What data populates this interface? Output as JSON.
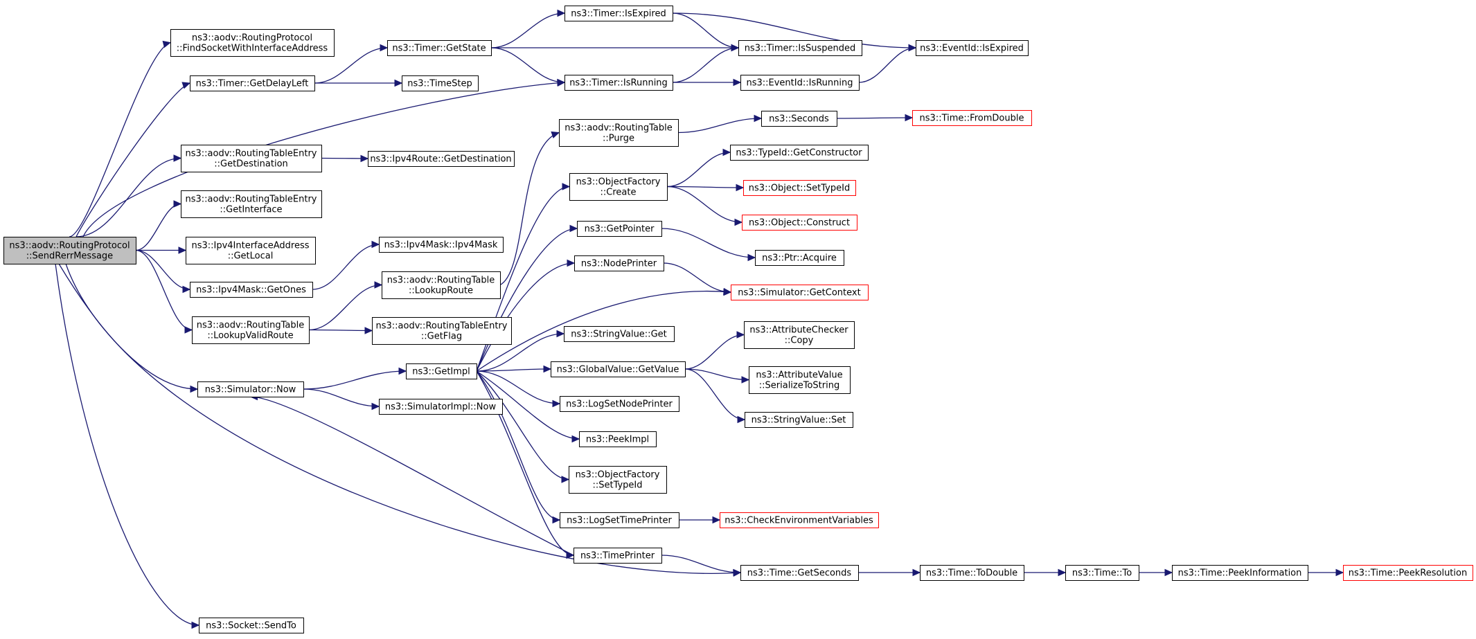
{
  "diagram": {
    "type": "call-graph",
    "colors": {
      "edge": "#191970",
      "node_border": "#000000",
      "root_fill": "#bfbfbf",
      "truncated_border": "#ff0000"
    },
    "nodes": [
      {
        "id": "root",
        "lines": [
          "ns3::aodv::RoutingProtocol",
          "::SendRerrMessage"
        ],
        "style": "root"
      },
      {
        "id": "findsock",
        "lines": [
          "ns3::aodv::RoutingProtocol",
          "::FindSocketWithInterfaceAddress"
        ],
        "style": "normal"
      },
      {
        "id": "getdelayleft",
        "lines": [
          "ns3::Timer::GetDelayLeft"
        ],
        "style": "normal"
      },
      {
        "id": "rte_getdest",
        "lines": [
          "ns3::aodv::RoutingTableEntry",
          "::GetDestination"
        ],
        "style": "normal"
      },
      {
        "id": "rte_getif",
        "lines": [
          "ns3::aodv::RoutingTableEntry",
          "::GetInterface"
        ],
        "style": "normal"
      },
      {
        "id": "ipv4if_getlocal",
        "lines": [
          "ns3::Ipv4InterfaceAddress",
          "::GetLocal"
        ],
        "style": "normal"
      },
      {
        "id": "mask_getones",
        "lines": [
          "ns3::Ipv4Mask::GetOnes"
        ],
        "style": "normal"
      },
      {
        "id": "lookupvalid",
        "lines": [
          "ns3::aodv::RoutingTable",
          "::LookupValidRoute"
        ],
        "style": "normal"
      },
      {
        "id": "sim_now",
        "lines": [
          "ns3::Simulator::Now"
        ],
        "style": "normal"
      },
      {
        "id": "sendto",
        "lines": [
          "ns3::Socket::SendTo"
        ],
        "style": "normal"
      },
      {
        "id": "getstate",
        "lines": [
          "ns3::Timer::GetState"
        ],
        "style": "normal"
      },
      {
        "id": "timestep",
        "lines": [
          "ns3::TimeStep"
        ],
        "style": "normal"
      },
      {
        "id": "route_getdest",
        "lines": [
          "ns3::Ipv4Route::GetDestination"
        ],
        "style": "normal"
      },
      {
        "id": "mask_ctor",
        "lines": [
          "ns3::Ipv4Mask::Ipv4Mask"
        ],
        "style": "normal"
      },
      {
        "id": "lookuproute",
        "lines": [
          "ns3::aodv::RoutingTable",
          "::LookupRoute"
        ],
        "style": "normal"
      },
      {
        "id": "getflag",
        "lines": [
          "ns3::aodv::RoutingTableEntry",
          "::GetFlag"
        ],
        "style": "normal"
      },
      {
        "id": "getimpl",
        "lines": [
          "ns3::GetImpl"
        ],
        "style": "normal"
      },
      {
        "id": "simimpl_now",
        "lines": [
          "ns3::SimulatorImpl::Now"
        ],
        "style": "normal"
      },
      {
        "id": "isexpired",
        "lines": [
          "ns3::Timer::IsExpired"
        ],
        "style": "normal"
      },
      {
        "id": "isrunning",
        "lines": [
          "ns3::Timer::IsRunning"
        ],
        "style": "normal"
      },
      {
        "id": "purge",
        "lines": [
          "ns3::aodv::RoutingTable",
          "::Purge"
        ],
        "style": "normal"
      },
      {
        "id": "of_create",
        "lines": [
          "ns3::ObjectFactory",
          "::Create"
        ],
        "style": "normal"
      },
      {
        "id": "getpointer",
        "lines": [
          "ns3::GetPointer"
        ],
        "style": "normal"
      },
      {
        "id": "nodeprinter",
        "lines": [
          "ns3::NodePrinter"
        ],
        "style": "normal"
      },
      {
        "id": "sv_get",
        "lines": [
          "ns3::StringValue::Get"
        ],
        "style": "normal"
      },
      {
        "id": "gv_getvalue",
        "lines": [
          "ns3::GlobalValue::GetValue"
        ],
        "style": "normal"
      },
      {
        "id": "logsetnode",
        "lines": [
          "ns3::LogSetNodePrinter"
        ],
        "style": "normal"
      },
      {
        "id": "peekimpl",
        "lines": [
          "ns3::PeekImpl"
        ],
        "style": "normal"
      },
      {
        "id": "of_settypeid",
        "lines": [
          "ns3::ObjectFactory",
          "::SetTypeId"
        ],
        "style": "normal"
      },
      {
        "id": "logsettime",
        "lines": [
          "ns3::LogSetTimePrinter"
        ],
        "style": "normal"
      },
      {
        "id": "timeprinter",
        "lines": [
          "ns3::TimePrinter"
        ],
        "style": "normal"
      },
      {
        "id": "issuspended",
        "lines": [
          "ns3::Timer::IsSuspended"
        ],
        "style": "normal"
      },
      {
        "id": "ev_isrunning",
        "lines": [
          "ns3::EventId::IsRunning"
        ],
        "style": "normal"
      },
      {
        "id": "seconds",
        "lines": [
          "ns3::Seconds"
        ],
        "style": "normal"
      },
      {
        "id": "getconstructor",
        "lines": [
          "ns3::TypeId::GetConstructor"
        ],
        "style": "normal"
      },
      {
        "id": "obj_settypeid",
        "lines": [
          "ns3::Object::SetTypeId"
        ],
        "style": "truncated"
      },
      {
        "id": "obj_construct",
        "lines": [
          "ns3::Object::Construct"
        ],
        "style": "truncated"
      },
      {
        "id": "ptr_acquire",
        "lines": [
          "ns3::Ptr::Acquire"
        ],
        "style": "normal"
      },
      {
        "id": "getcontext",
        "lines": [
          "ns3::Simulator::GetContext"
        ],
        "style": "truncated"
      },
      {
        "id": "ac_copy",
        "lines": [
          "ns3::AttributeChecker",
          "::Copy"
        ],
        "style": "normal"
      },
      {
        "id": "av_serialize",
        "lines": [
          "ns3::AttributeValue",
          "::SerializeToString"
        ],
        "style": "normal"
      },
      {
        "id": "sv_set",
        "lines": [
          "ns3::StringValue::Set"
        ],
        "style": "normal"
      },
      {
        "id": "checkenv",
        "lines": [
          "ns3::CheckEnvironmentVariables"
        ],
        "style": "truncated"
      },
      {
        "id": "getseconds",
        "lines": [
          "ns3::Time::GetSeconds"
        ],
        "style": "normal"
      },
      {
        "id": "ev_isexpired",
        "lines": [
          "ns3::EventId::IsExpired"
        ],
        "style": "normal"
      },
      {
        "id": "fromdouble",
        "lines": [
          "ns3::Time::FromDouble"
        ],
        "style": "truncated"
      },
      {
        "id": "todouble",
        "lines": [
          "ns3::Time::ToDouble"
        ],
        "style": "normal"
      },
      {
        "id": "time_to",
        "lines": [
          "ns3::Time::To"
        ],
        "style": "normal"
      },
      {
        "id": "peekinfo",
        "lines": [
          "ns3::Time::PeekInformation"
        ],
        "style": "normal"
      },
      {
        "id": "peekres",
        "lines": [
          "ns3::Time::PeekResolution"
        ],
        "style": "truncated"
      }
    ],
    "edges": [
      [
        "root",
        "findsock"
      ],
      [
        "root",
        "getdelayleft"
      ],
      [
        "root",
        "isrunning"
      ],
      [
        "root",
        "rte_getdest"
      ],
      [
        "root",
        "rte_getif"
      ],
      [
        "root",
        "ipv4if_getlocal"
      ],
      [
        "root",
        "mask_getones"
      ],
      [
        "root",
        "lookupvalid"
      ],
      [
        "root",
        "sim_now"
      ],
      [
        "root",
        "getseconds"
      ],
      [
        "root",
        "sendto"
      ],
      [
        "getdelayleft",
        "getstate"
      ],
      [
        "getdelayleft",
        "timestep"
      ],
      [
        "getstate",
        "isexpired"
      ],
      [
        "getstate",
        "issuspended"
      ],
      [
        "getstate",
        "isrunning"
      ],
      [
        "isexpired",
        "issuspended"
      ],
      [
        "isexpired",
        "ev_isexpired"
      ],
      [
        "isrunning",
        "issuspended"
      ],
      [
        "isrunning",
        "ev_isrunning"
      ],
      [
        "ev_isrunning",
        "ev_isexpired"
      ],
      [
        "rte_getdest",
        "route_getdest"
      ],
      [
        "mask_getones",
        "mask_ctor"
      ],
      [
        "lookupvalid",
        "lookuproute"
      ],
      [
        "lookupvalid",
        "getflag"
      ],
      [
        "lookuproute",
        "purge"
      ],
      [
        "purge",
        "seconds"
      ],
      [
        "seconds",
        "fromdouble"
      ],
      [
        "sim_now",
        "getimpl"
      ],
      [
        "sim_now",
        "simimpl_now"
      ],
      [
        "getimpl",
        "of_create"
      ],
      [
        "getimpl",
        "getpointer"
      ],
      [
        "getimpl",
        "nodeprinter"
      ],
      [
        "getimpl",
        "getcontext"
      ],
      [
        "getimpl",
        "sv_get"
      ],
      [
        "getimpl",
        "gv_getvalue"
      ],
      [
        "getimpl",
        "logsetnode"
      ],
      [
        "getimpl",
        "peekimpl"
      ],
      [
        "getimpl",
        "of_settypeid"
      ],
      [
        "getimpl",
        "logsettime"
      ],
      [
        "getimpl",
        "timeprinter"
      ],
      [
        "of_create",
        "getconstructor"
      ],
      [
        "of_create",
        "obj_settypeid"
      ],
      [
        "of_create",
        "obj_construct"
      ],
      [
        "getpointer",
        "ptr_acquire"
      ],
      [
        "nodeprinter",
        "getcontext"
      ],
      [
        "gv_getvalue",
        "ac_copy"
      ],
      [
        "gv_getvalue",
        "av_serialize"
      ],
      [
        "gv_getvalue",
        "sv_set"
      ],
      [
        "logsettime",
        "checkenv"
      ],
      [
        "timeprinter",
        "sim_now"
      ],
      [
        "timeprinter",
        "getseconds"
      ],
      [
        "getseconds",
        "todouble"
      ],
      [
        "todouble",
        "time_to"
      ],
      [
        "time_to",
        "peekinfo"
      ],
      [
        "peekinfo",
        "peekres"
      ]
    ]
  }
}
